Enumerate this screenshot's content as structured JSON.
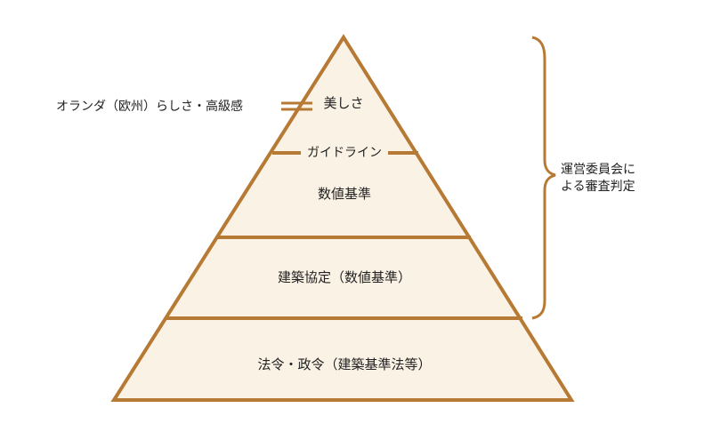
{
  "pyramid": {
    "levels": [
      {
        "label": "美しさ"
      },
      {
        "label": "ガイドライン"
      },
      {
        "label": "数値基準"
      },
      {
        "label": "建築協定（数値基準）"
      },
      {
        "label": "法令・政令（建築基準法等）"
      }
    ],
    "fill_color": "#fbf2e6",
    "stroke_color": "#b77a34"
  },
  "side_labels": {
    "left": "オランダ（欧州）らしさ・高級感",
    "right_line1": "運営委員会に",
    "right_line2": "よる審査判定"
  }
}
